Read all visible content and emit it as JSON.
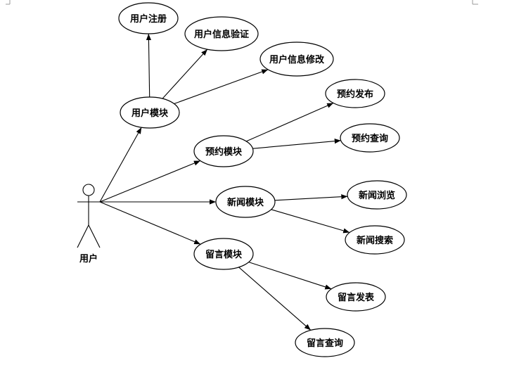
{
  "actor": {
    "label": "用户"
  },
  "nodes": [
    {
      "id": "user-register",
      "label": "用户注册"
    },
    {
      "id": "user-verify",
      "label": "用户信息验证"
    },
    {
      "id": "user-modify",
      "label": "用户信息修改"
    },
    {
      "id": "user-module",
      "label": "用户模块"
    },
    {
      "id": "booking-publish",
      "label": "预约发布"
    },
    {
      "id": "booking-query",
      "label": "预约查询"
    },
    {
      "id": "booking-module",
      "label": "预约模块"
    },
    {
      "id": "news-module",
      "label": "新闻模块"
    },
    {
      "id": "news-browse",
      "label": "新闻浏览"
    },
    {
      "id": "news-search",
      "label": "新闻搜索"
    },
    {
      "id": "message-module",
      "label": "留言模块"
    },
    {
      "id": "message-post",
      "label": "留言发表"
    },
    {
      "id": "message-query",
      "label": "留言查询"
    }
  ],
  "edges": [
    {
      "from": "actor",
      "to": "user-module"
    },
    {
      "from": "actor",
      "to": "booking-module"
    },
    {
      "from": "actor",
      "to": "news-module"
    },
    {
      "from": "actor",
      "to": "message-module"
    },
    {
      "from": "user-module",
      "to": "user-register"
    },
    {
      "from": "user-module",
      "to": "user-verify"
    },
    {
      "from": "user-module",
      "to": "user-modify"
    },
    {
      "from": "booking-module",
      "to": "booking-publish"
    },
    {
      "from": "booking-module",
      "to": "booking-query"
    },
    {
      "from": "news-module",
      "to": "news-browse"
    },
    {
      "from": "news-module",
      "to": "news-search"
    },
    {
      "from": "message-module",
      "to": "message-post"
    },
    {
      "from": "message-module",
      "to": "message-query"
    }
  ]
}
